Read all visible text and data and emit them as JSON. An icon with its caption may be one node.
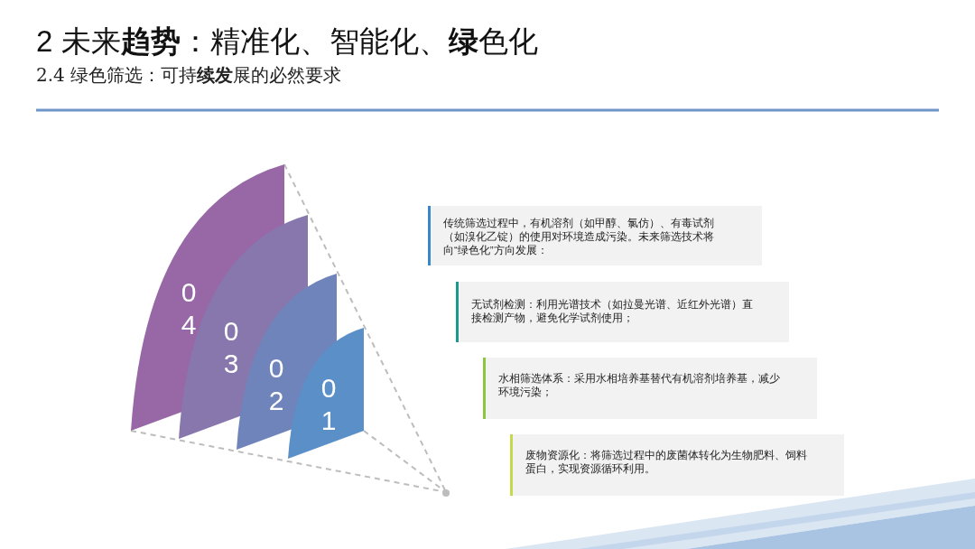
{
  "diagram": {
    "title": "2 未来**趋势**：精准化、智能化、**绿**色化",
    "nodes": [
      {
        "text": [
          "04"
        ]
      },
      {
        "text": [
          "03"
        ]
      },
      {
        "text": [
          "02"
        ]
      },
      {
        "text": [
          "01"
        ]
      },
      {
        "text": [
          "传统筛选过程中，有机溶剂（如甲醇、氯仿）、有毒试剂（如溴化乙锭）的使用对环境造成污染。未来筛选技术将向“绿色化”方向发展："
        ]
      },
      {
        "text": [
          "无试剂检测：利用光谱技术（如拉曼光谱、近红外光谱）直接检测产物，避免化学试剂使用；"
        ]
      },
      {
        "text": [
          "水相筛选体系：采用水相培养基替代有机溶剂培养基，减少环境污染；"
        ]
      },
      {
        "text": [
          "废物资源化：将筛选过程中的废菌体转化为生物肥料、饲料蛋白，实现资源循环利用。"
        ]
      }
    ],
    "labels": [
      "2.4 绿色筛选：可持**续发**展的必然要求"
    ]
  }
}
